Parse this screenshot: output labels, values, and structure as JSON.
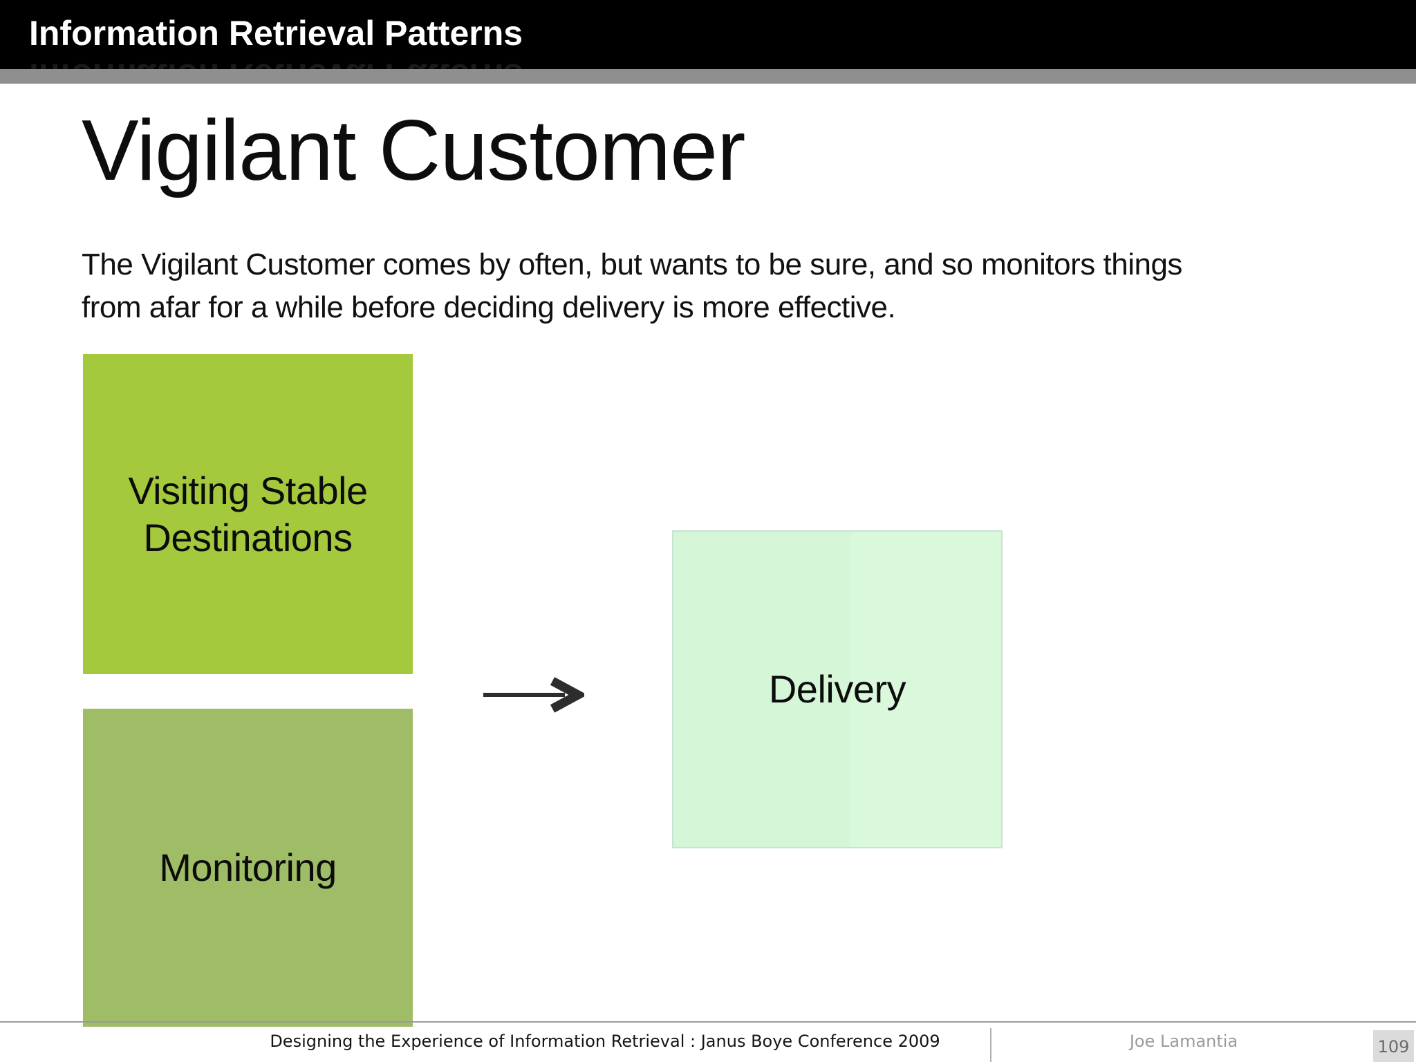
{
  "header": {
    "title": "Information Retrieval Patterns",
    "bar_color": "#000000",
    "accent_color": "#8f8f8f"
  },
  "slide": {
    "title": "Vigilant Customer",
    "body": "The Vigilant Customer comes by often, but wants to be sure, and so monitors things from afar for a while before deciding delivery is more effective.",
    "body_lines": [
      "The Vigilant Customer comes by often, but wants to be sure, and so monitors things",
      "from afar for a while before deciding delivery is more effective."
    ]
  },
  "diagram": {
    "boxes": [
      {
        "label": "Visiting Stable Destinations",
        "lines": [
          "Visiting Stable",
          "Destinations"
        ],
        "color": "#a5c93d"
      },
      {
        "label": "Monitoring",
        "lines": [
          "Monitoring"
        ],
        "color": "#9fbc66"
      },
      {
        "label": "Delivery",
        "lines": [
          "Delivery"
        ],
        "color": "#d7f7d9"
      }
    ],
    "arrow": {
      "icon": "right-arrow-icon",
      "color": "#2d2d2d",
      "direction": "right"
    }
  },
  "footer": {
    "title": "Designing the Experience of Information Retrieval : Janus Boye Conference 2009",
    "author": "Joe Lamantia",
    "page_number": "109",
    "badge_color": "#dbdbdb"
  }
}
